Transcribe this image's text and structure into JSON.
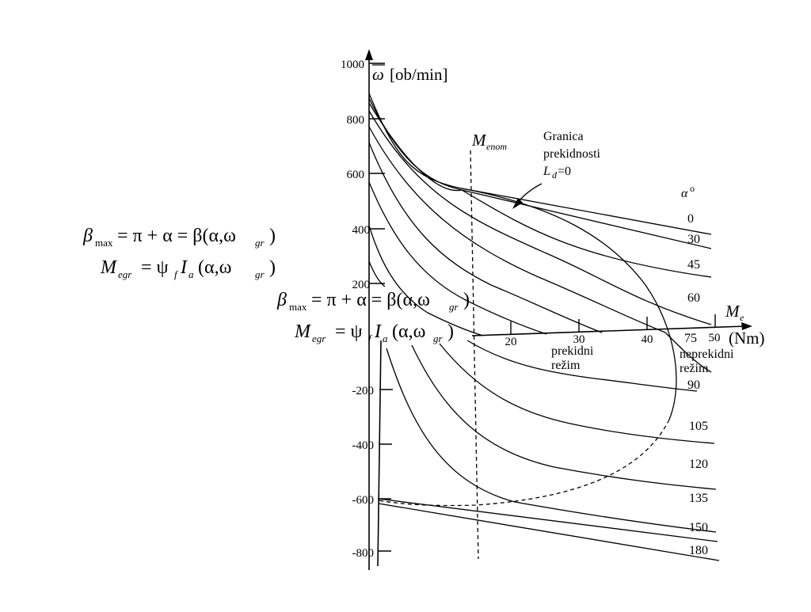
{
  "diagram": {
    "y_axis": {
      "label_symbol": "ω",
      "label_unit": "[ob/min]",
      "tick_labels_upper": [
        "1000",
        "800",
        "600",
        "400",
        "200"
      ],
      "tick_labels_lower": [
        "-200",
        "-400",
        "-600",
        "-800"
      ]
    },
    "x_axis": {
      "label_main": "M",
      "label_sub": "e",
      "unit": "(Nm)",
      "tick_labels": [
        "20",
        "30",
        "40",
        "50"
      ]
    },
    "menom": {
      "main": "M",
      "sub": "enom"
    },
    "granica": {
      "line1": "Granica",
      "line2": "prekidnosti",
      "line3_main": "L",
      "line3_sub": "d",
      "line3_rest": "=0"
    },
    "alpha_header": {
      "symbol": "α",
      "superscript": "o"
    },
    "alpha_labels": [
      "0",
      "30",
      "45",
      "60",
      "75",
      "90",
      "105",
      "120",
      "135",
      "150",
      "180"
    ],
    "regions": {
      "prekidni_line1": "prekidni",
      "prekidni_line2": "režim",
      "neprekidni_line1": "neprekidni",
      "neprekidni_line2": "režim"
    },
    "equations": {
      "beta": "β",
      "beta_sub": "max",
      "eq1_rest": "= π + α = β(α,ω",
      "gr": "gr",
      "close": ")",
      "m": "M",
      "m_sub": "egr",
      "eq2_mid": "= ψ",
      "psi_sub": "f",
      "ia": "I",
      "ia_sub": "a",
      "eq2_rest": "(α,ω"
    }
  },
  "colors": {
    "ink": "#000000",
    "background": "#ffffff"
  }
}
